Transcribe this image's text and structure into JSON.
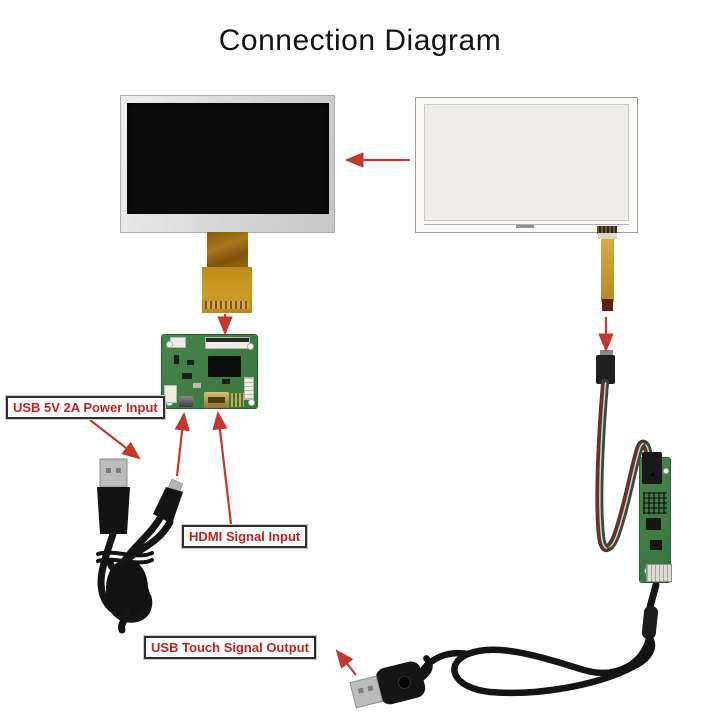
{
  "title": "Connection Diagram",
  "labels": {
    "power": "USB 5V 2A Power Input",
    "hdmi": "HDMI Signal Input",
    "touch_output": "USB Touch Signal Output"
  },
  "colors": {
    "label_text_red": "#c4221f",
    "arrow_red": "#c4372c",
    "pcb_green": "#3f7d44",
    "flex_amber": "#c08a1a",
    "background": "#ffffff"
  },
  "icons": {
    "arrows": [
      "touch-panel-to-lcd-arrow",
      "lcd-ribbon-to-board-arrow",
      "touch-flex-to-connector-arrow",
      "power-label-to-usb-plug-arrow",
      "micro-usb-to-board-arrow",
      "hdmi-label-to-port-arrow",
      "usb-plug-to-touch-label-arrow"
    ]
  }
}
